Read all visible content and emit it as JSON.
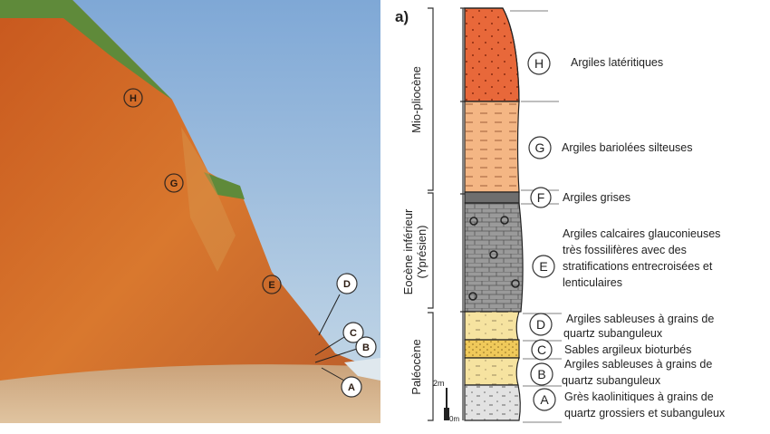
{
  "panel_label": "a)",
  "photo_labels": [
    "H",
    "G",
    "E",
    "D",
    "C",
    "B",
    "A"
  ],
  "periods": [
    {
      "name": "Mio-pliocène"
    },
    {
      "name": "Eocène inférieur",
      "sub": "(Yprésien)"
    },
    {
      "name": "Paléocène"
    }
  ],
  "scale": {
    "top": "2m",
    "bottom": "0m"
  },
  "layers": [
    {
      "id": "H",
      "lines": [
        "Argiles latéritiques"
      ],
      "color": "#e8683a"
    },
    {
      "id": "G",
      "lines": [
        "Argiles bariolées silteuses"
      ],
      "color": "#f4b684"
    },
    {
      "id": "F",
      "lines": [
        "Argiles grises"
      ],
      "color": "#7a7a7a"
    },
    {
      "id": "E",
      "lines": [
        "Argiles calcaires glauconieuses",
        "très fossilifères avec des",
        "stratifications entrecroisées et",
        "lenticulaires"
      ],
      "color": "#9a9a9a"
    },
    {
      "id": "D",
      "lines": [
        "Argiles sableuses à grains de",
        "quartz subanguleux"
      ],
      "color": "#f6e3a0"
    },
    {
      "id": "C",
      "lines": [
        "Sables argileux bioturbés"
      ],
      "color": "#f0c95a"
    },
    {
      "id": "B",
      "lines": [
        "Argiles sableuses à grains de",
        "quartz subanguleux"
      ],
      "color": "#f6e3a0"
    },
    {
      "id": "A",
      "lines": [
        "Grès kaolinitiques à grains de",
        "quartz grossiers et subanguleux"
      ],
      "color": "#e2e2e2"
    }
  ]
}
